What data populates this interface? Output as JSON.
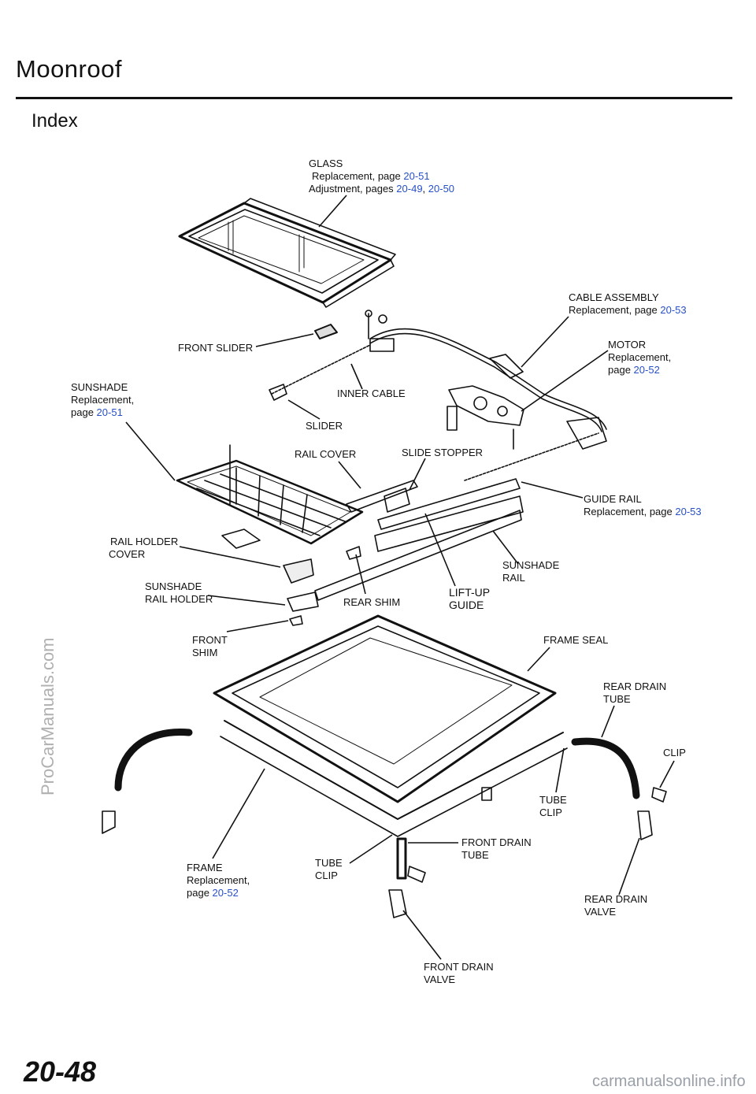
{
  "header": {
    "title": "Moonroof",
    "subtitle": "Index"
  },
  "labels": {
    "glass": {
      "name": "GLASS",
      "line1": "Replacement, page ",
      "link1": "20-51",
      "line2": "Adjustment, pages ",
      "link2a": "20-49",
      "sep": ", ",
      "link2b": "20-50"
    },
    "cable_assembly": {
      "name": "CABLE ASSEMBLY",
      "line1": "Replacement, page ",
      "link1": "20-53"
    },
    "front_slider": {
      "name": "FRONT SLIDER"
    },
    "motor": {
      "name": "MOTOR",
      "line1": "Replacement,",
      "line2": "page ",
      "link2": "20-52"
    },
    "sunshade": {
      "name": "SUNSHADE",
      "line1": "Replacement,",
      "line2": "page ",
      "link2": "20-51"
    },
    "inner_cable": {
      "name": "INNER CABLE"
    },
    "slider": {
      "name": "SLIDER"
    },
    "rail_cover": {
      "name": "RAIL COVER"
    },
    "slide_stopper": {
      "name": "SLIDE STOPPER"
    },
    "guide_rail": {
      "name": "GUIDE RAIL",
      "line1": "Replacement, page ",
      "link1": "20-53"
    },
    "rail_holder_cover": {
      "line1": "RAIL HOLDER",
      "line2": "COVER"
    },
    "sunshade_rail": {
      "line1": "SUNSHADE",
      "line2": "RAIL"
    },
    "sunshade_rail_holder": {
      "line1": "SUNSHADE",
      "line2": "RAIL HOLDER"
    },
    "rear_shim": {
      "name": "REAR SHIM"
    },
    "lift_up_guide": {
      "line1": "LIFT-UP",
      "line2": "GUIDE"
    },
    "front_shim": {
      "line1": "FRONT",
      "line2": "SHIM"
    },
    "frame_seal": {
      "name": "FRAME SEAL"
    },
    "rear_drain_tube": {
      "line1": "REAR DRAIN",
      "line2": "TUBE"
    },
    "clip": {
      "name": "CLIP"
    },
    "tube_clip_right": {
      "line1": "TUBE",
      "line2": "CLIP"
    },
    "front_drain_tube": {
      "line1": "FRONT DRAIN",
      "line2": "TUBE"
    },
    "frame": {
      "name": "FRAME",
      "line1": "Replacement,",
      "line2": "page ",
      "link2": "20-52"
    },
    "tube_clip_center": {
      "line1": "TUBE",
      "line2": "CLIP"
    },
    "rear_drain_valve": {
      "line1": "REAR DRAIN",
      "line2": "VALVE"
    },
    "front_drain_valve": {
      "line1": "FRONT DRAIN",
      "line2": "VALVE"
    }
  },
  "footer": {
    "page_number": "20-48",
    "source_site": "carmanualsonline.info"
  },
  "watermark": "ProCarManuals.com",
  "colors": {
    "link": "#2750c8",
    "ink": "#111111",
    "watermark": "#b0b0b0"
  }
}
